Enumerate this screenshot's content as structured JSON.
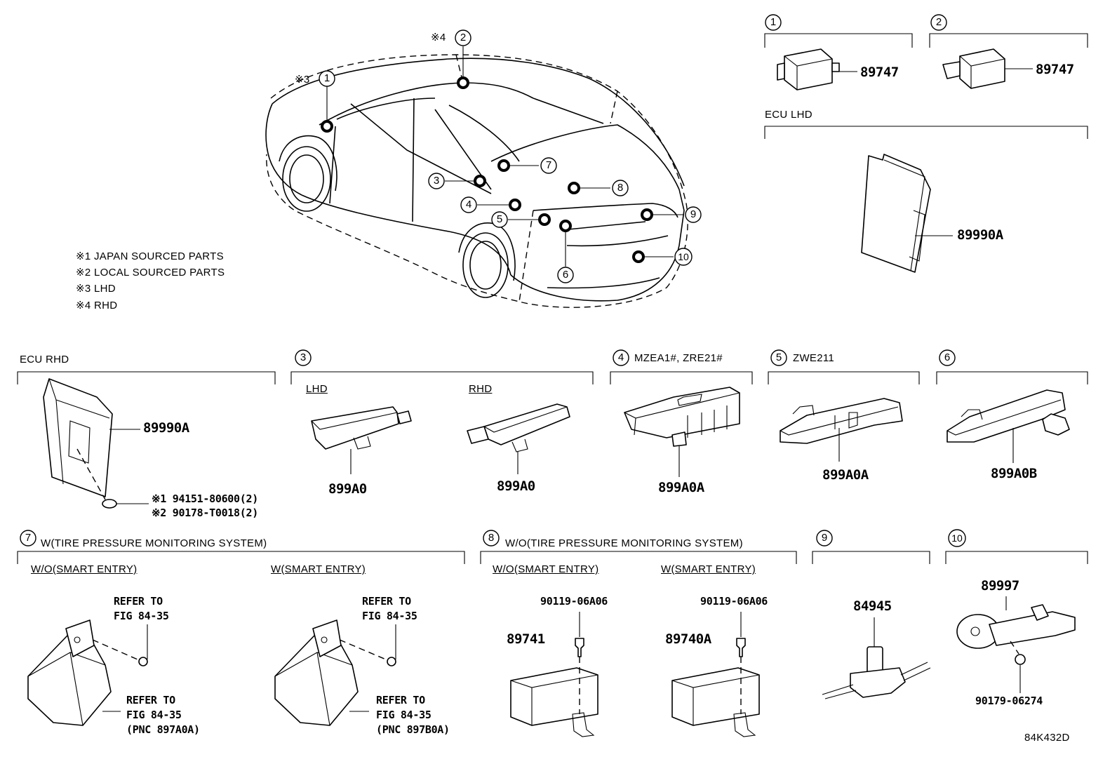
{
  "drawing_code": "84K432D",
  "notes": [
    "※1 JAPAN SOURCED PARTS",
    "※2 LOCAL SOURCED PARTS",
    "※3 LHD",
    "※4 RHD"
  ],
  "car": {
    "mark_1": "※3",
    "mark_2": "※4",
    "callouts": [
      "1",
      "2",
      "3",
      "4",
      "5",
      "6",
      "7",
      "8",
      "9",
      "10"
    ]
  },
  "sections": {
    "s1": {
      "num": "1",
      "part": "89747"
    },
    "s2": {
      "num": "2",
      "part": "89747"
    },
    "ecu_lhd": {
      "title": "ECU LHD",
      "part": "89990A"
    },
    "ecu_rhd": {
      "title": "ECU RHD",
      "part": "89990A",
      "note1": "※1 94151-80600(2)",
      "note2": "※2 90178-T0018(2)"
    },
    "s3": {
      "num": "3",
      "lhd": "LHD",
      "rhd": "RHD",
      "part_lhd": "899A0",
      "part_rhd": "899A0"
    },
    "s4": {
      "num": "4",
      "title": "MZEA1#, ZRE21#",
      "part": "899A0A"
    },
    "s5": {
      "num": "5",
      "title": "ZWE211",
      "part": "899A0A"
    },
    "s6": {
      "num": "6",
      "part": "899A0B"
    },
    "s7": {
      "num": "7",
      "title": "W(TIRE PRESSURE MONITORING SYSTEM)",
      "sub_wo": "W/O(SMART ENTRY)",
      "sub_w": "W(SMART ENTRY)",
      "refer_a1": "REFER TO",
      "refer_a2": "FIG 84-35",
      "refer_b1": "REFER TO",
      "refer_b2": "FIG 84-35",
      "refer_b3": "(PNC 897A0A)",
      "refer_c1": "REFER TO",
      "refer_c2": "FIG 84-35",
      "refer_d1": "REFER TO",
      "refer_d2": "FIG 84-35",
      "refer_d3": "(PNC 897B0A)"
    },
    "s8": {
      "num": "8",
      "title": "W/O(TIRE PRESSURE MONITORING SYSTEM)",
      "sub_wo": "W/O(SMART ENTRY)",
      "sub_w": "W(SMART ENTRY)",
      "screw_a": "90119-06A06",
      "part_a": "89741",
      "screw_b": "90119-06A06",
      "part_b": "89740A"
    },
    "s9": {
      "num": "9",
      "part": "84945"
    },
    "s10": {
      "num": "10",
      "part": "89997",
      "nut": "90179-06274"
    }
  }
}
